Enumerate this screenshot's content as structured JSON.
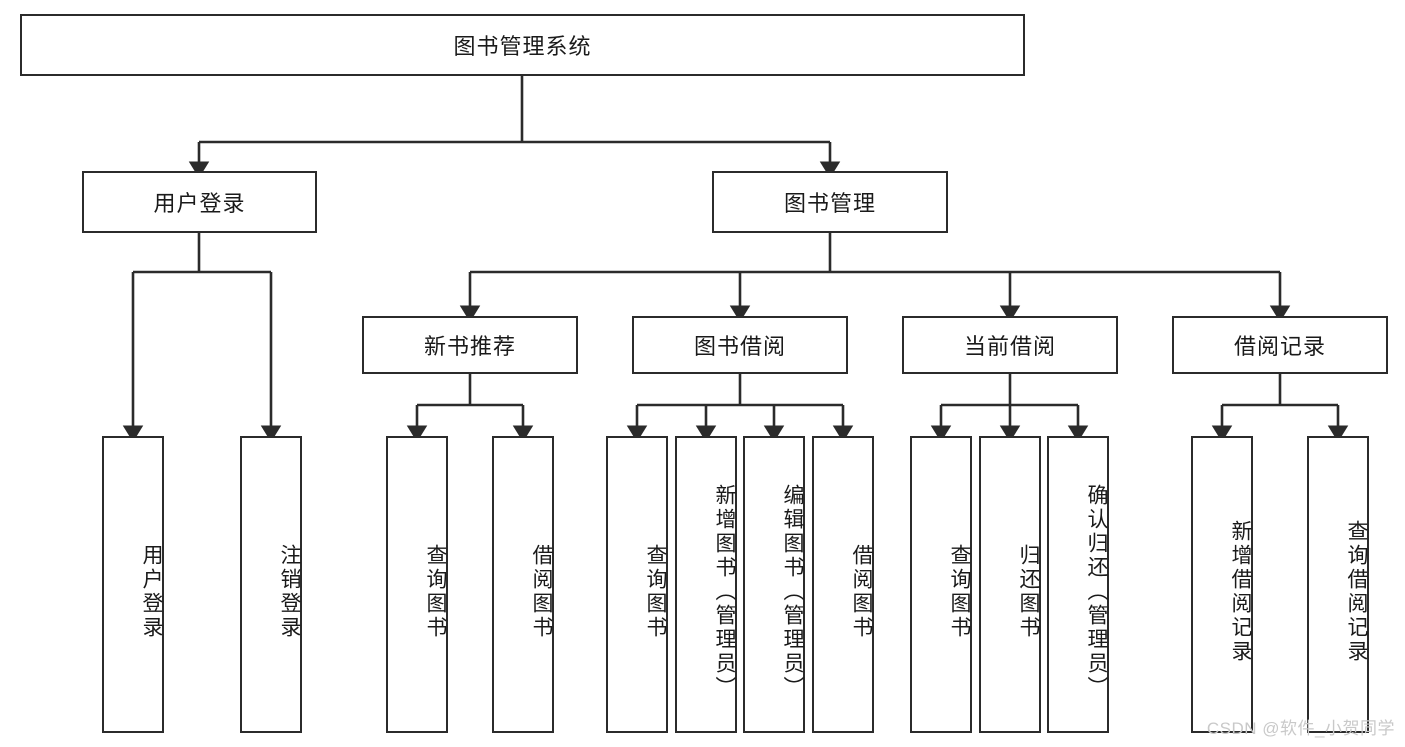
{
  "diagram": {
    "title_node": {
      "label": "图书管理系统"
    },
    "level2": [
      {
        "id": "user-login",
        "label": "用户登录"
      },
      {
        "id": "book-management",
        "label": "图书管理"
      }
    ],
    "level3": [
      {
        "id": "new-book-recommend",
        "label": "新书推荐"
      },
      {
        "id": "book-borrow",
        "label": "图书借阅"
      },
      {
        "id": "current-borrow",
        "label": "当前借阅"
      },
      {
        "id": "borrow-record",
        "label": "借阅记录"
      }
    ],
    "leaves": {
      "user_login": [
        {
          "id": "leaf-user-login",
          "label": "用户登录"
        },
        {
          "id": "leaf-logout",
          "label": "注销登录"
        }
      ],
      "new_book_recommend": [
        {
          "id": "leaf-query-book-1",
          "label": "查询图书"
        },
        {
          "id": "leaf-borrow-book-1",
          "label": "借阅图书"
        }
      ],
      "book_borrow": [
        {
          "id": "leaf-query-book-2",
          "label": "查询图书"
        },
        {
          "id": "leaf-add-book",
          "label": "新增图书（管理员）"
        },
        {
          "id": "leaf-edit-book",
          "label": "编辑图书（管理员）"
        },
        {
          "id": "leaf-borrow-book-2",
          "label": "借阅图书"
        }
      ],
      "current_borrow": [
        {
          "id": "leaf-query-book-3",
          "label": "查询图书"
        },
        {
          "id": "leaf-return-book",
          "label": "归还图书"
        },
        {
          "id": "leaf-confirm-return",
          "label": "确认归还（管理员）"
        }
      ],
      "borrow_record": [
        {
          "id": "leaf-add-record",
          "label": "新增借阅记录"
        },
        {
          "id": "leaf-query-record",
          "label": "查询借阅记录"
        }
      ]
    }
  },
  "watermark": {
    "text": "CSDN @软件_小贺同学"
  },
  "colors": {
    "stroke": "#2b2b2b",
    "background": "#ffffff",
    "text": "#1a1a1a",
    "watermark": "#c9c9c9"
  }
}
